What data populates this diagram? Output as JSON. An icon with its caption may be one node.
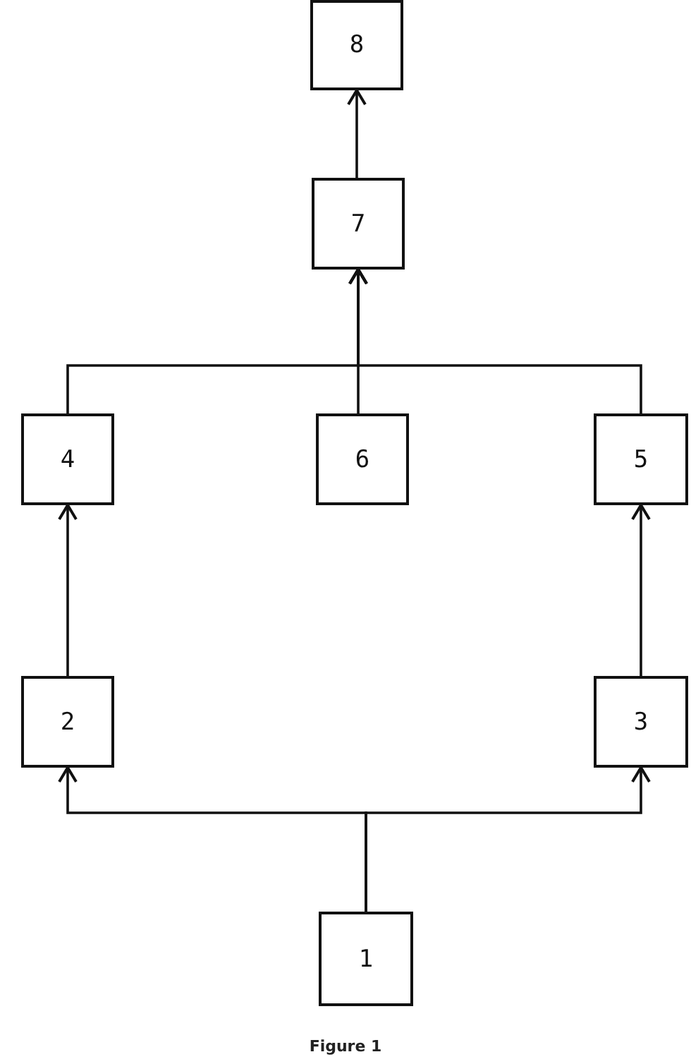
{
  "diagram": {
    "caption": "Figure 1",
    "nodes": [
      {
        "text": [
          "8"
        ]
      },
      {
        "text": [
          "7"
        ]
      },
      {
        "text": [
          "4"
        ]
      },
      {
        "text": [
          "6"
        ]
      },
      {
        "text": [
          "5"
        ]
      },
      {
        "text": [
          "2"
        ]
      },
      {
        "text": [
          "3"
        ]
      },
      {
        "text": [
          "1"
        ]
      }
    ],
    "edges": [
      {
        "from": 7,
        "to": 5,
        "arrow": "to"
      },
      {
        "from": 7,
        "to": 6,
        "arrow": "to"
      },
      {
        "from": 5,
        "to": 2,
        "arrow": "to"
      },
      {
        "from": 6,
        "to": 4,
        "arrow": "to"
      },
      {
        "from": 2,
        "to": 1,
        "arrow": "to"
      },
      {
        "from": 3,
        "to": 1,
        "arrow": "to"
      },
      {
        "from": 4,
        "to": 1,
        "arrow": "to"
      },
      {
        "from": 1,
        "to": 0,
        "arrow": "to"
      }
    ]
  }
}
